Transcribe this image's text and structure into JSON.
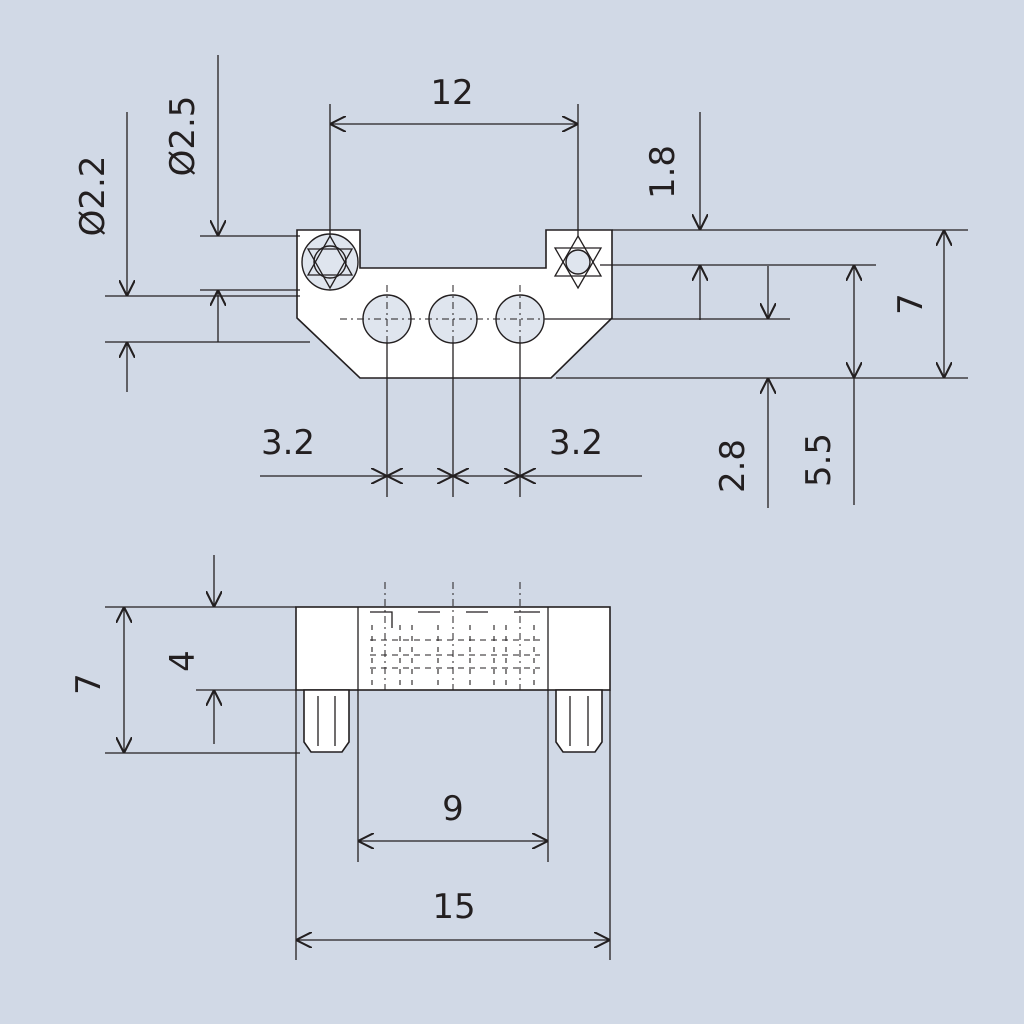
{
  "drawing": {
    "top_view": {
      "pitch_total": "12",
      "dia_small": "Ø2.2",
      "dia_large": "Ø2.5",
      "offset_top": "1.8",
      "height_total": "7",
      "height_mid": "5.5",
      "height_low": "2.8",
      "pitch_left": "3.2",
      "pitch_right": "3.2"
    },
    "front_view": {
      "height_total": "7",
      "height_body": "4",
      "width_inner": "9",
      "width_total": "15"
    }
  },
  "colors": {
    "background": "#d1d9e6",
    "line": "#231f20",
    "part_fill": "#ffffff"
  }
}
